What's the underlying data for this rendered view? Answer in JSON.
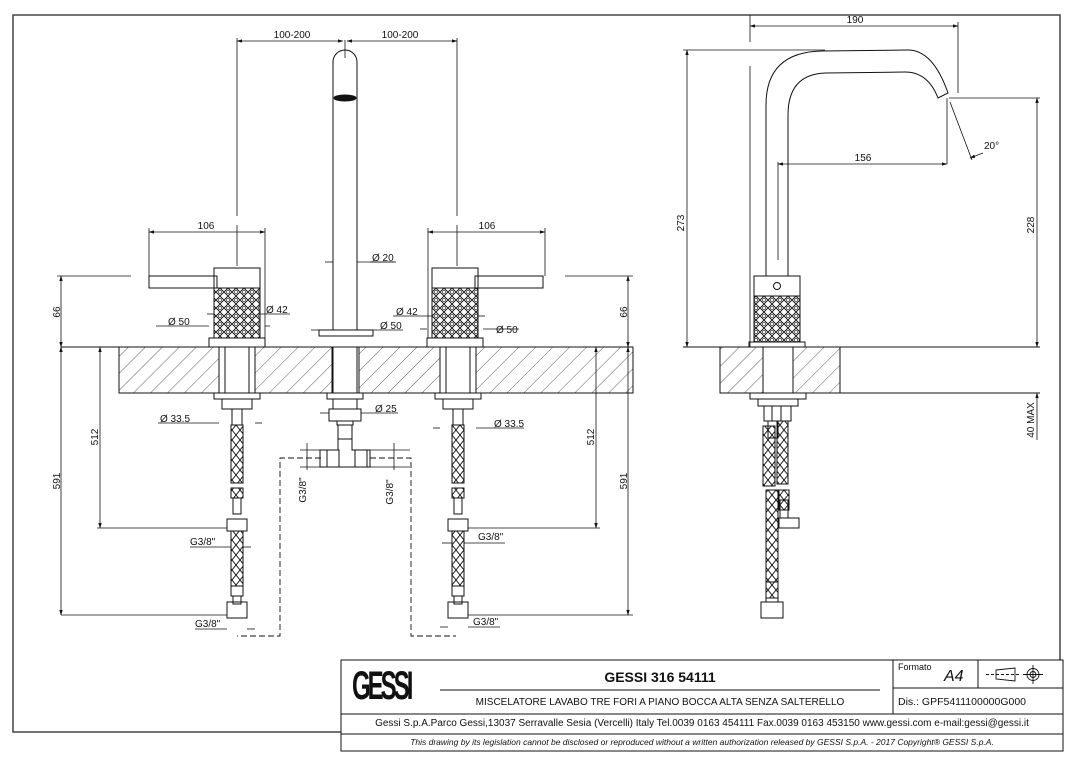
{
  "title_block": {
    "logo": "GESSI",
    "product_code": "GESSI 316 54111",
    "description": "MISCELATORE LAVABO TRE FORI A PIANO BOCCA ALTA SENZA SALTERELLO",
    "format_label": "Formato",
    "format_value": "A4",
    "projection_symbol": "first-angle-projection-icon",
    "drawing_number": "Dis.: GPF5411100000G000",
    "address": "Gessi S.p.A.Parco Gessi,13037 Serravalle Sesia (Vercelli) Italy Tel.0039 0163 454111 Fax.0039 0163 453150 www.gessi.com e-mail:gessi@gessi.it",
    "disclaimer": "This drawing by its legislation cannot be disclosed or reproduced without a written authorization released by GESSI S.p.A. - 2017 Copyright® GESSI S.p.A."
  },
  "front_view": {
    "spacing_left": "100-200",
    "spacing_right": "100-200",
    "handle_width_left": "106",
    "handle_width_right": "106",
    "spout_diameter": "Ø 20",
    "handle_body_diameter_left": "Ø 42",
    "handle_base_diameter_left": "Ø 50",
    "handle_body_diameter_right": "Ø 42",
    "handle_base_diameter_right": "Ø 50",
    "spout_base_diameter": "Ø 50",
    "handle_height_left": "66",
    "handle_height_right": "66",
    "shank_diameter_left": "Ø 33.5",
    "shank_diameter_right": "Ø 33.5",
    "spout_shank_diameter": "Ø 25",
    "hose_length_left": "512",
    "hose_length_right": "512",
    "total_length_left": "591",
    "total_length_right": "591",
    "thread_mid_left": "G3/8\"",
    "thread_end_left": "G3/8\"",
    "thread_mid_right": "G3/8\"",
    "thread_end_right": "G3/8\"",
    "tee_thread_left": "G3/8\"",
    "tee_thread_right": "G3/8\""
  },
  "side_view": {
    "projection": "190",
    "spout_reach": "156",
    "total_height": "273",
    "outlet_height": "228",
    "outlet_angle": "20°",
    "deck_thickness": "40 MAX"
  }
}
